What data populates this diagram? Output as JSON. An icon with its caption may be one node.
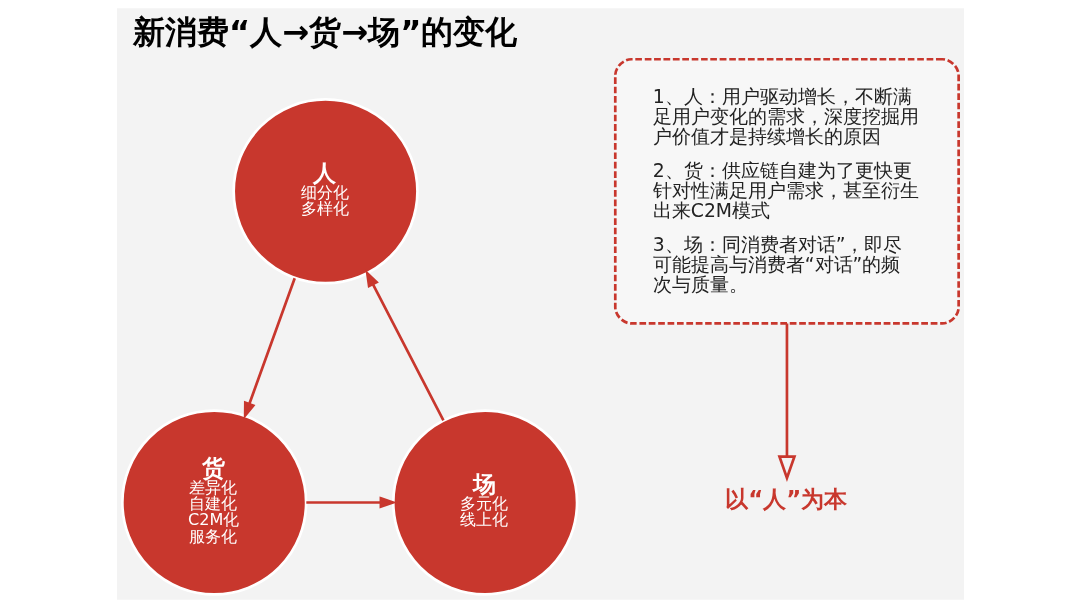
{
  "diagram": {
    "title": "新消费“人→货→场”的变化",
    "nodes": [
      {
        "text": [
          "人",
          "细分化",
          "多样化"
        ]
      },
      {
        "text": [
          "货",
          "差异化",
          "自建化",
          "C2M化",
          "服务化"
        ]
      },
      {
        "text": [
          "场",
          "多元化",
          "线上化"
        ]
      },
      {
        "text": [
          "1、人：用户驱动增长，不断满足用户变化的需求，深度挖掘用户价值才是持续增长的原因",
          "2、货：供应链自建为了更快更针对性满足用户需求，甚至衍生出来C2M模式",
          "3、场：同消费者对话”，即尽可能提高与消费者“对话”的频次与质量。"
        ]
      },
      {
        "text": [
          "以“人”为本"
        ]
      }
    ],
    "edges": [
      {
        "from": 0,
        "to": 1,
        "arrow": "to"
      },
      {
        "from": 1,
        "to": 2,
        "arrow": "to"
      },
      {
        "from": 2,
        "to": 0,
        "arrow": "to"
      },
      {
        "from": 3,
        "to": 4,
        "arrow": "to"
      }
    ]
  }
}
